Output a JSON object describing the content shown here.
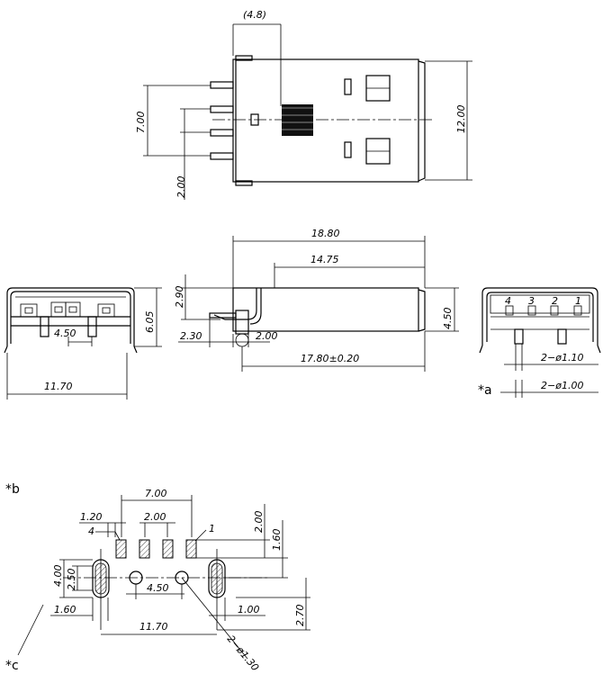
{
  "top_view": {
    "dim_width_ref": "(4.8)",
    "dim_pin_span": "7.00",
    "dim_pitch": "2.00",
    "dim_height": "12.00"
  },
  "side_view": {
    "dim_length": "18.80",
    "dim_body": "14.75",
    "dim_height": "4.50",
    "dim_shell": "2.90",
    "dim_tail": "2.30",
    "dim_pin": "2.00",
    "dim_total": "17.80±0.20"
  },
  "front_view": {
    "dim_height": "6.05",
    "dim_post_span": "4.50",
    "dim_width": "11.70"
  },
  "rear_view": {
    "pin_labels": [
      "4",
      "3",
      "2",
      "1"
    ],
    "dim_pin_dia": "2−ø1.10",
    "dim_hole_dia": "2−ø1.00",
    "note_a": "*a"
  },
  "footprint": {
    "note_b": "*b",
    "note_c": "*c",
    "dim_span": "7.00",
    "dim_pad_w": "1.20",
    "dim_pitch": "2.00",
    "dim_pad_h": "2.00",
    "dim_row": "1.60",
    "pin4": "4",
    "pin1": "1",
    "dim_slot_h": "4.00",
    "dim_slot_w": "2.50",
    "dim_post": "4.50",
    "dim_edge": "1.60",
    "dim_gap": "1.00",
    "dim_width": "11.70",
    "dim_offset": "2.70",
    "dim_hole": "2−ø1.30"
  }
}
